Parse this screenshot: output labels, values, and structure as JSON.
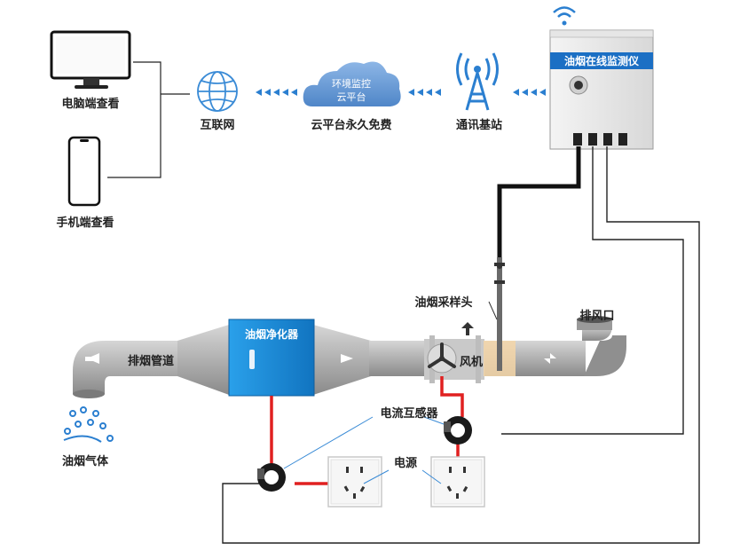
{
  "devices": {
    "pc_label": "电脑端查看",
    "phone_label": "手机端查看"
  },
  "network": {
    "internet_label": "互联网",
    "cloud_line1": "环境监控",
    "cloud_line2": "云平台",
    "cloud_caption": "云平台永久免费",
    "base_station_label": "通讯基站"
  },
  "monitor": {
    "title": "油烟在线监测仪"
  },
  "system": {
    "duct_label": "排烟管道",
    "purifier_label": "油烟净化器",
    "fan_label": "风机",
    "probe_label": "油烟采样头",
    "outlet_label": "排风口",
    "ct_label": "电流互感器",
    "power_label": "电源",
    "gas_label": "油烟气体"
  },
  "colors": {
    "purifier_blue": "#1b8fd8",
    "cloud_blue": "#6f9fd6",
    "icon_blue": "#2b7fd0",
    "power_red": "#e02020",
    "pipe_gray": "#a8a8a8",
    "wire_black": "#222222"
  }
}
